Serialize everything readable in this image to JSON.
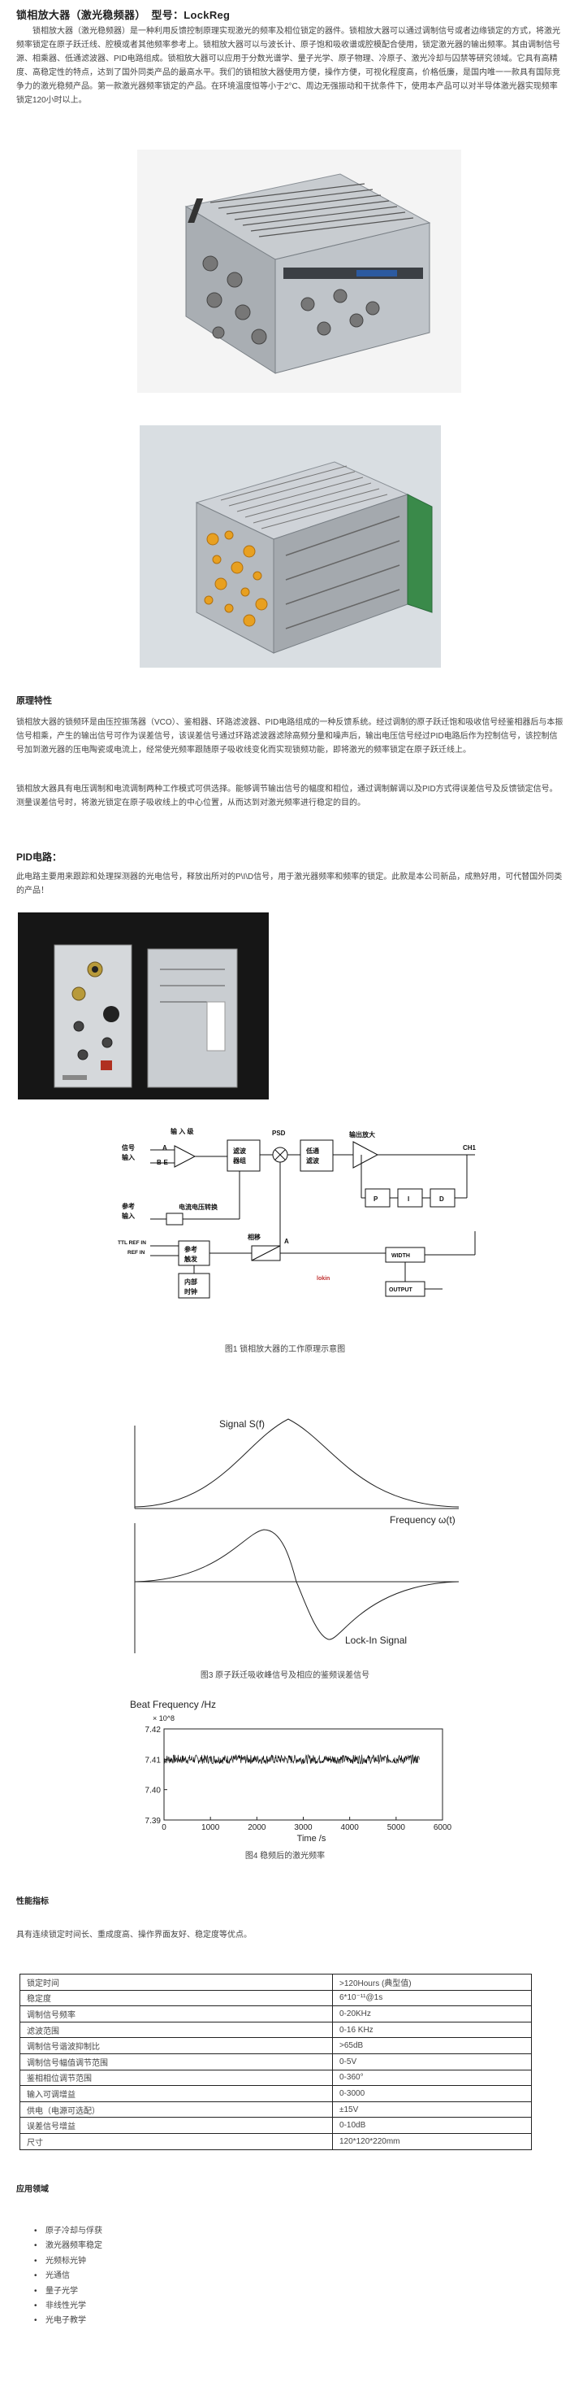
{
  "title": "锁相放大器（激光稳频器）　型号：LockReg",
  "intro": "　　锁相放大器（激光稳频器）是一种利用反馈控制原理实现激光的频率及相位锁定的器件。锁相放大器可以通过调制信号或者边缘锁定的方式，将激光频率锁定在原子跃迁线、腔模或者其他频率参考上。锁相放大器可以与波长计、原子饱和吸收谱或腔模配合使用，锁定激光器的输出频率。其由调制信号源、相乘器、低通滤波器、PID电路组成。锁相放大器可以应用于分数光谱学、量子光学、原子物理、冷原子、激光冷却与囚禁等研究领域。它具有高精度、高稳定性的特点，达到了国外同类产品的最高水平。我们的锁相放大器使用方便，操作方便，可视化程度高，价格低廉，是国内唯一一款具有国际竞争力的激光稳频产品。第一款激光器频率锁定的产品。在环境温度恒等小于2°C、周边无强振动和干扰条件下，使用本产品可以对半导体激光器实现频率锁定120小时以上。",
  "principle": {
    "heading": "原理特性",
    "p1": "锁相放大器的锁频环是由压控振荡器（VCO）、鉴相器、环路滤波器、PID电路组成的一种反馈系统。经过调制的原子跃迁饱和吸收信号经鉴相器后与本振信号相乘，产生的输出信号可作为误差信号，该误差信号通过环路滤波器滤除高频分量和噪声后，输出电压信号经过PID电路后作为控制信号，该控制信号加到激光器的压电陶瓷或电流上，经常使光频率跟随原子吸收线变化而实现锁频功能，即将激光的频率锁定在原子跃迁线上。",
    "p2": "锁相放大器具有电压调制和电流调制两种工作模式可供选择。能够调节输出信号的幅度和相位，通过调制解调以及PID方式得误差信号及反馈锁定信号。测量误差信号时，将激光锁定在原子吸收线上的中心位置，从而达到对激光频率进行稳定的目的。"
  },
  "pid": {
    "heading": "PID电路：",
    "p1": "此电路主要用来跟踪和处理探测器的光电信号，释放出所对的P\\I\\D信号，用于激光器频率和频率的锁定。此款是本公司新品，成熟好用，可代替国外同类的产品！"
  },
  "diagram": {
    "labels": [
      "输 入 级",
      "信号",
      "输入",
      "A",
      "B-E",
      "滤波",
      "器组",
      "PSD",
      "低通",
      "滤波",
      "输出放大",
      "CH1",
      "P",
      "I",
      "D",
      "参考",
      "输入",
      "电流电压转换",
      "TTL REF IN",
      "REF IN",
      "参考",
      "触发",
      "相移",
      "A",
      "WIDTH",
      "内部",
      "时钟",
      "OUTPUT",
      "lokin"
    ]
  },
  "fig1_caption": "图1 锁相放大器的工作原理示意图",
  "fig3": {
    "signal_label": "Signal S(f)",
    "freq_label": "Frequency ω(t)",
    "lockin_label": "Lock-In Signal",
    "caption": "图3 原子跃迁吸收峰信号及相应的鉴频误差信号"
  },
  "chart_data": {
    "type": "line",
    "title": "Beat Frequency /Hz",
    "xlabel": "Time /s",
    "ylabel": "",
    "y_multiplier": "× 10^8",
    "xlim": [
      0,
      6000
    ],
    "ylim": [
      7.39,
      7.42
    ],
    "xticks": [
      "0",
      "1000",
      "2000",
      "3000",
      "4000",
      "5000",
      "6000"
    ],
    "yticks": [
      "7.42",
      "7.41",
      "7.40",
      "7.39"
    ],
    "series": [
      {
        "x_range": [
          0,
          5500
        ],
        "mean": 7.41,
        "noise": 0.0015
      }
    ]
  },
  "fig4_caption": "图4 稳频后的激光频率",
  "performance": {
    "heading": "性能指标",
    "desc": "具有连续锁定时间长、重成度高、操作界面友好、稳定度等优点。",
    "rows": [
      [
        "锁定时间",
        ">120Hours (典型值)"
      ],
      [
        "稳定度",
        "6*10⁻¹¹@1s"
      ],
      [
        "调制信号频率",
        "0-20KHz"
      ],
      [
        "滤波范围",
        "0-16 KHz"
      ],
      [
        "调制信号谐波抑制比",
        ">65dB"
      ],
      [
        "调制信号幅值调节范围",
        "0-5V"
      ],
      [
        "鉴相相位调节范围",
        "0-360°"
      ],
      [
        "输入可调增益",
        "0-3000"
      ],
      [
        "供电（电源可选配）",
        "±15V"
      ],
      [
        "误差信号增益",
        "0-10dB"
      ],
      [
        "尺寸",
        "120*120*220mm"
      ]
    ]
  },
  "applications": {
    "heading": "应用领域",
    "items": [
      "原子冷却与俘获",
      "激光器频率稳定",
      "光频标光钟",
      "光通信",
      "量子光学",
      "非线性光学",
      "光电子教学"
    ]
  }
}
